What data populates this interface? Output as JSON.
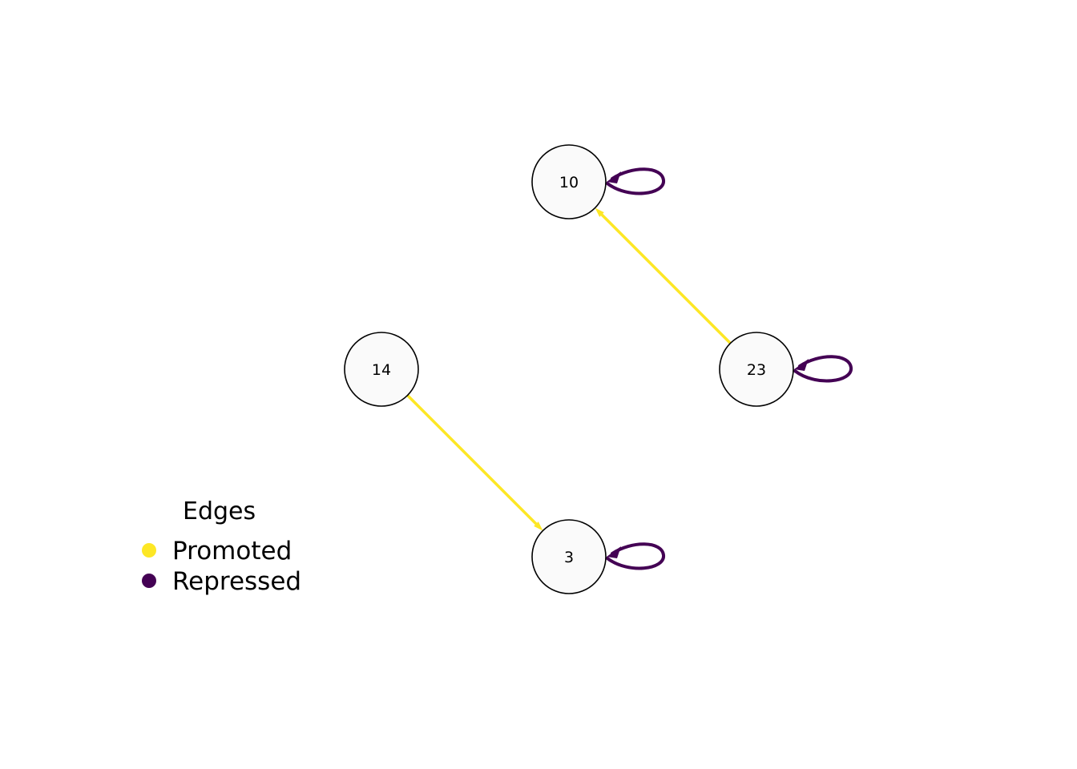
{
  "nodes": [
    {
      "id": "10",
      "label": "10"
    },
    {
      "id": "14",
      "label": "14"
    },
    {
      "id": "23",
      "label": "23"
    },
    {
      "id": "3",
      "label": "3"
    }
  ],
  "edges": [
    {
      "source": "23",
      "target": "10",
      "type": "Promoted"
    },
    {
      "source": "14",
      "target": "3",
      "type": "Promoted"
    },
    {
      "source": "10",
      "target": "10",
      "type": "Repressed"
    },
    {
      "source": "23",
      "target": "23",
      "type": "Repressed"
    },
    {
      "source": "3",
      "target": "3",
      "type": "Repressed"
    }
  ],
  "legend": {
    "title": "Edges",
    "items": [
      {
        "label": "Promoted",
        "color": "#fde725"
      },
      {
        "label": "Repressed",
        "color": "#440154"
      }
    ]
  },
  "colors": {
    "node_fill": "#fafafa",
    "node_stroke": "#000000",
    "promoted": "#fde725",
    "repressed": "#440154"
  }
}
